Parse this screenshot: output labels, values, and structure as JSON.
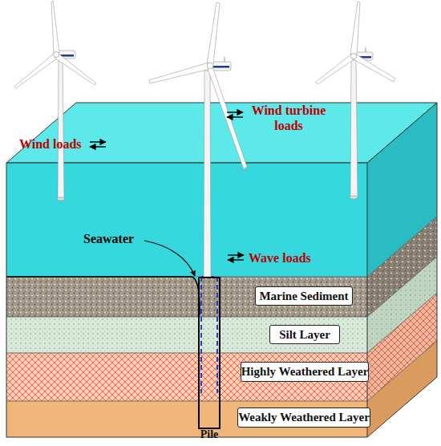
{
  "diagram": {
    "nodes": [
      {
        "text": [
          "Marine Sediment"
        ]
      },
      {
        "text": [
          "Silt Layer"
        ]
      },
      {
        "text": [
          "Highly Weathered Layer"
        ]
      },
      {
        "text": [
          "Weakly Weathered Layer"
        ]
      },
      {
        "text": [
          "Pile"
        ]
      }
    ],
    "labels": [
      "Wind turbine loads",
      "Wind loads",
      "Seawater",
      "Wave loads"
    ]
  }
}
